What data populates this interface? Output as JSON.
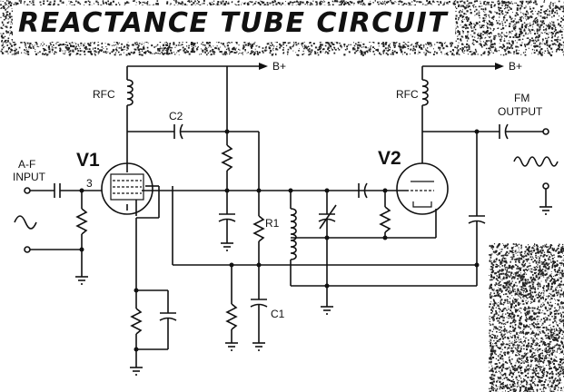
{
  "title": "REACTANCE TUBE CIRCUIT",
  "labels": {
    "bplus_left": "B+",
    "bplus_right": "B+",
    "rfc_left": "RFC",
    "rfc_right": "RFC",
    "c2": "C2",
    "c1": "C1",
    "r1": "R1",
    "v1": "V1",
    "v2": "V2",
    "pin3": "3",
    "af_input_line1": "A-F",
    "af_input_line2": "INPUT",
    "fm_output_line1": "FM",
    "fm_output_line2": "OUTPUT"
  },
  "colors": {
    "ink": "#111111",
    "paper": "#ffffff",
    "speckle": "#222222"
  },
  "icons": [
    "sine-wave-icon",
    "fm-waveform-icon",
    "ground-icon",
    "arrow-icon"
  ]
}
